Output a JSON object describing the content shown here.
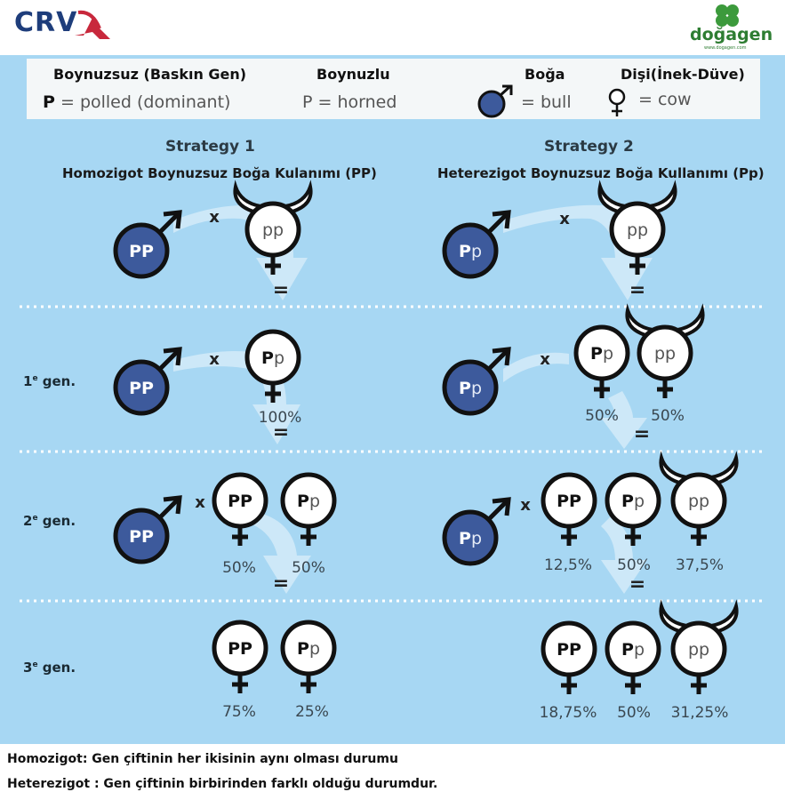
{
  "header": {
    "crv_logo": "CRV",
    "dogagen_logo": "doğagen",
    "dogagen_url": "www.dogagen.com"
  },
  "legend": {
    "polled_header": "Boynuzsuz (Baskın Gen)",
    "polled_letter": "P",
    "polled_text": "= polled (dominant)",
    "horned_header": "Boynuzlu",
    "horned_text": "P = horned",
    "bull_header": "Boğa",
    "bull_text": "= bull",
    "cow_header": "Dişi(İnek-Düve)",
    "cow_text": "= cow"
  },
  "strategy1": {
    "title": "Strategy 1",
    "subtitle": "Homozigot Boynuzsuz Boğa Kulanımı (PP)"
  },
  "strategy2": {
    "title": "Strategy 2",
    "subtitle": "Heterezigot Boynuzsuz Boğa Kullanımı (Pp)"
  },
  "generations": {
    "gen1": "1",
    "gen2": "2",
    "gen3": "3",
    "suffix": "e",
    "word": " gen."
  },
  "symbols": {
    "cross": "x",
    "equals": "="
  },
  "genotypes": {
    "PP": "PP",
    "Pp_big": "P",
    "Pp_small": "p",
    "pp": "pp"
  },
  "percentages": {
    "s1_gen1": "100%",
    "s1_gen2_PP": "50%",
    "s1_gen2_Pp": "50%",
    "s1_gen3_PP": "75%",
    "s1_gen3_Pp": "25%",
    "s2_gen1_Pp": "50%",
    "s2_gen1_pp": "50%",
    "s2_gen2_PP": "12,5%",
    "s2_gen2_Pp": "50%",
    "s2_gen2_pp": "37,5%",
    "s2_gen3_PP": "18,75%",
    "s2_gen3_Pp": "50%",
    "s2_gen3_pp": "31,25%"
  },
  "footer": {
    "homozygote": "Homozigot: Gen çiftinin her ikisinin aynı olması durumu",
    "heterozygote": "Heterezigot : Gen çiftinin birbirinden farklı olduğu durumdur."
  },
  "colors": {
    "panel_bg": "#a7d7f3",
    "bull_fill": "#3d5a9c",
    "arrow": "#cfe9f8",
    "ink": "#111111"
  }
}
